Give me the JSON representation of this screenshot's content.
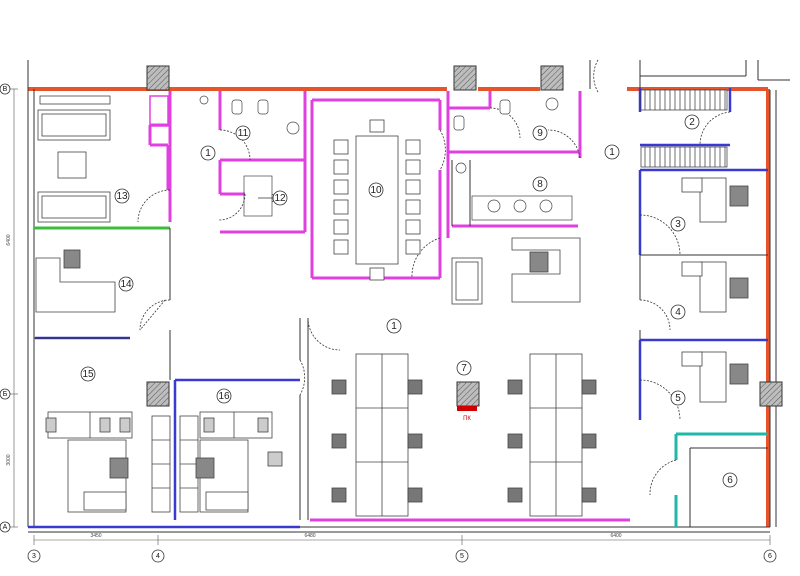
{
  "colors": {
    "exterior_wall": "#e8542a",
    "partition": "#e040e0",
    "glass": "#3a3ad0",
    "green_wall": "#3cbc3c",
    "teal_wall": "#1fb8a8",
    "column": "#555555",
    "furniture": "#666666",
    "pk_marker": "#d10000"
  },
  "rooms": [
    {
      "label": "1"
    },
    {
      "label": "2"
    },
    {
      "label": "3"
    },
    {
      "label": "4"
    },
    {
      "label": "5"
    },
    {
      "label": "6"
    },
    {
      "label": "7"
    },
    {
      "label": "8"
    },
    {
      "label": "9"
    },
    {
      "label": "10"
    },
    {
      "label": "11"
    },
    {
      "label": "12"
    },
    {
      "label": "13"
    },
    {
      "label": "14"
    },
    {
      "label": "15"
    },
    {
      "label": "16"
    },
    {
      "label": "1"
    },
    {
      "label": "1"
    }
  ],
  "fire_marker": {
    "label": "ПК"
  },
  "dimensions": {
    "bottom": [
      "3450",
      "6480",
      "6400"
    ],
    "left": [
      "6400",
      "3000"
    ]
  },
  "grid_axes": {
    "bottom": [
      "3",
      "4",
      "5",
      "6"
    ],
    "left": [
      "B",
      "Б",
      "A"
    ]
  }
}
